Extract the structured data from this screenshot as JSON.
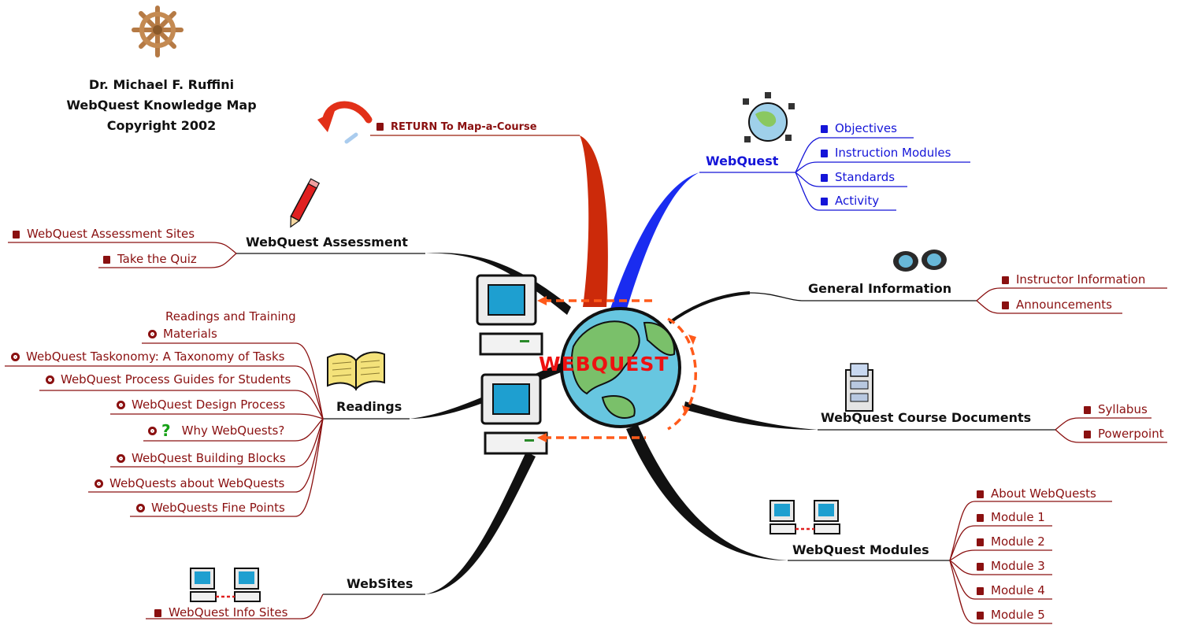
{
  "credit": {
    "line1": "Dr. Michael F. Ruffini",
    "line2": "WebQuest Knowledge Map",
    "line3": "Copyright 2002"
  },
  "center": {
    "label": "WEBQUEST"
  },
  "return_link": "RETURN To Map-a-Course",
  "branches": {
    "webquest": {
      "title": "WebQuest",
      "items": [
        "Objectives",
        "Instruction Modules",
        "Standards",
        "Activity"
      ]
    },
    "general": {
      "title": "General Information",
      "items": [
        "Instructor Information",
        "Announcements"
      ]
    },
    "documents": {
      "title": "WebQuest Course Documents",
      "items": [
        "Syllabus",
        "Powerpoint"
      ]
    },
    "modules": {
      "title": "WebQuest Modules",
      "items": [
        "About WebQuests",
        "Module 1",
        "Module 2",
        "Module 3",
        "Module 4",
        "Module 5"
      ]
    },
    "assessment": {
      "title": "WebQuest Assessment",
      "items": [
        "WebQuest Assessment Sites",
        "Take the Quiz"
      ]
    },
    "readings": {
      "title": "Readings",
      "items": [
        "Readings and Training",
        "Materials",
        "WebQuest Taskonomy: A Taxonomy of Tasks",
        "WebQuest Process Guides for Students",
        "WebQuest Design Process",
        "Why WebQuests?",
        "WebQuest Building Blocks",
        "WebQuests about WebQuests",
        "WebQuests Fine Points"
      ]
    },
    "websites": {
      "title": "WebSites",
      "items": [
        "WebQuest Info Sites"
      ]
    }
  },
  "colors": {
    "link_red": "#8a1010",
    "link_blue": "#1515d8",
    "center_label": "#ee1111",
    "dashed_arrows": "#ff5a1a"
  },
  "icons": [
    "ship-wheel-icon",
    "curved-arrow-icon",
    "globe-satellite-icon",
    "binoculars-icon",
    "filing-cabinet-icon",
    "networked-computers-icon",
    "pencil-icon",
    "open-book-icon",
    "computer-icon",
    "earth-globe-icon",
    "document-icon",
    "gear-bullet-icon",
    "question-mark-icon"
  ]
}
